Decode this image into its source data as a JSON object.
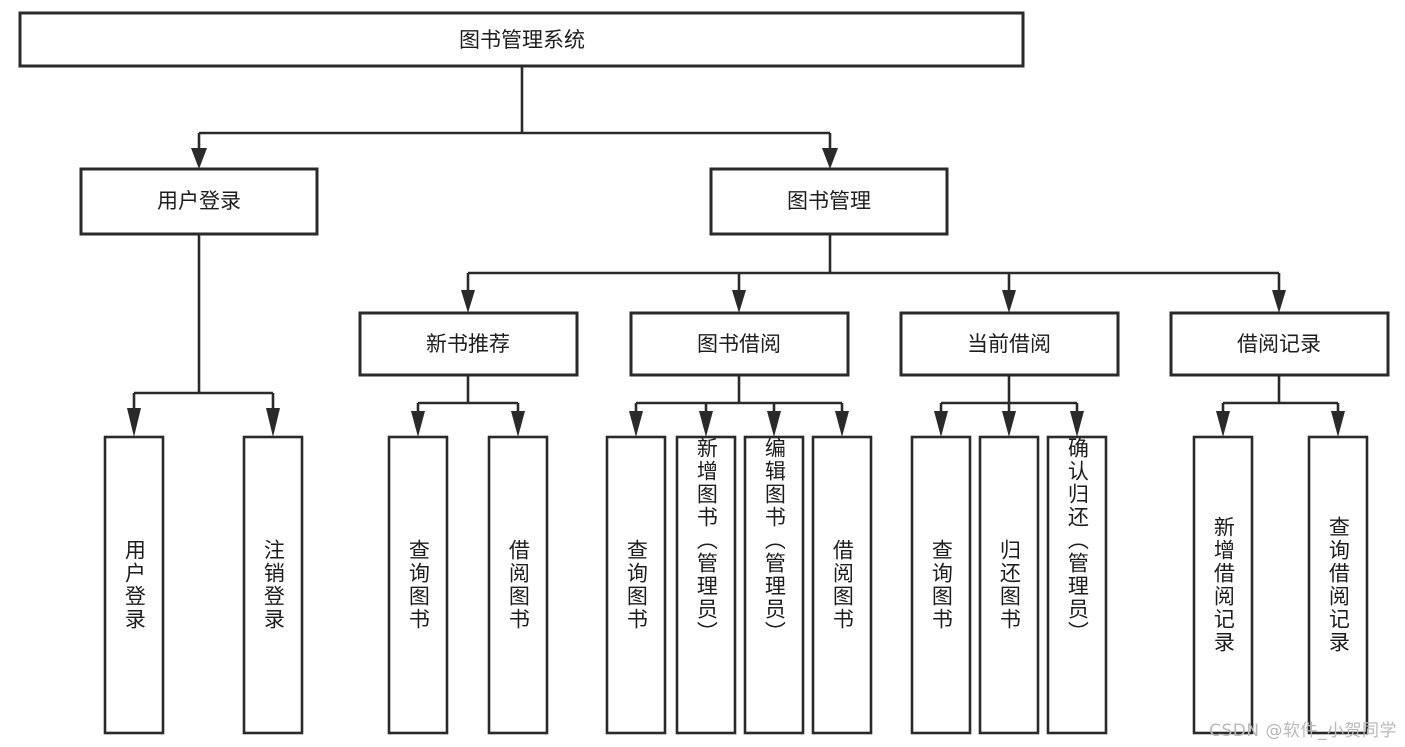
{
  "diagram": {
    "type": "tree-hierarchy",
    "title": "图书管理系统",
    "orientation": "top-down",
    "colors": {
      "box_stroke": "#2a2a2a",
      "box_fill": "#ffffff",
      "text": "#1d1d1d",
      "background": "#ffffff",
      "watermark": "#b9b9b9"
    },
    "levels": {
      "level1": {
        "label": "root",
        "count": 1
      },
      "level2": {
        "label": "modules",
        "count": 2
      },
      "level3": {
        "label": "submodules",
        "count": 4
      },
      "level4": {
        "label": "functions",
        "count": 13
      }
    }
  },
  "root": {
    "label": "图书管理系统"
  },
  "level2": [
    {
      "id": "user-login",
      "label": "用户登录"
    },
    {
      "id": "book-management",
      "label": "图书管理"
    }
  ],
  "level3": [
    {
      "id": "new-book-recommend",
      "label": "新书推荐",
      "parent": "book-management"
    },
    {
      "id": "book-borrow",
      "label": "图书借阅",
      "parent": "book-management"
    },
    {
      "id": "current-borrow",
      "label": "当前借阅",
      "parent": "book-management"
    },
    {
      "id": "borrow-record",
      "label": "借阅记录",
      "parent": "book-management"
    }
  ],
  "leaves": {
    "user_login": [
      {
        "id": "leaf-user-login",
        "label": "用户登录"
      },
      {
        "id": "leaf-logout-login",
        "label": "注销登录"
      }
    ],
    "new_book_recommend": [
      {
        "id": "leaf-query-book-1",
        "label": "查询图书"
      },
      {
        "id": "leaf-borrow-book-1",
        "label": "借阅图书"
      }
    ],
    "book_borrow": [
      {
        "id": "leaf-query-book-2",
        "label": "查询图书"
      },
      {
        "id": "leaf-add-book",
        "label": "新增图书（管理员）"
      },
      {
        "id": "leaf-edit-book",
        "label": "编辑图书（管理员）"
      },
      {
        "id": "leaf-borrow-book-2",
        "label": "借阅图书"
      }
    ],
    "current_borrow": [
      {
        "id": "leaf-query-book-3",
        "label": "查询图书"
      },
      {
        "id": "leaf-return-book",
        "label": "归还图书"
      },
      {
        "id": "leaf-confirm-return",
        "label": "确认归还（管理员）"
      }
    ],
    "borrow_record": [
      {
        "id": "leaf-add-record",
        "label": "新增借阅记录"
      },
      {
        "id": "leaf-query-record",
        "label": "查询借阅记录"
      }
    ]
  },
  "watermark": {
    "text": "CSDN @软件_小贺同学"
  }
}
